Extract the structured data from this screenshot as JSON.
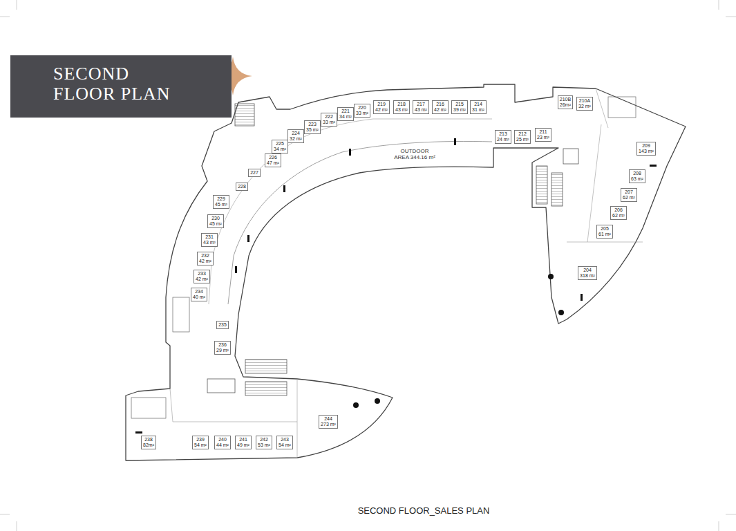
{
  "diagram": {
    "title": "SECOND FLOOR PLAN",
    "caption": "SECOND FLOOR_SALES PLAN",
    "nodes": [
      {
        "text": [
          "225",
          "34 m²"
        ]
      },
      {
        "text": [
          "224",
          "32 m²"
        ]
      },
      {
        "text": [
          "223",
          "35 m²"
        ]
      },
      {
        "text": [
          "222",
          "33 m²"
        ]
      },
      {
        "text": [
          "221",
          "34 m²"
        ]
      },
      {
        "text": [
          "220",
          "33 m²"
        ]
      },
      {
        "text": [
          "219",
          "42 m²"
        ]
      },
      {
        "text": [
          "218",
          "43 m²"
        ]
      },
      {
        "text": [
          "217",
          "43 m²"
        ]
      },
      {
        "text": [
          "216",
          "42 m²"
        ]
      },
      {
        "text": [
          "215",
          "39 m²"
        ]
      },
      {
        "text": [
          "214",
          "31 m²"
        ]
      },
      {
        "text": [
          "210B",
          "26m²"
        ]
      },
      {
        "text": [
          "210A",
          "32 m²"
        ]
      },
      {
        "text": [
          "213",
          "24 m²"
        ]
      },
      {
        "text": [
          "212",
          "25 m²"
        ]
      },
      {
        "text": [
          "211",
          "23 m²"
        ]
      },
      {
        "text": [
          "209",
          "143 m²"
        ]
      },
      {
        "text": [
          "208",
          "63 m²"
        ]
      },
      {
        "text": [
          "207",
          "62 m²"
        ]
      },
      {
        "text": [
          "206",
          "62 m²"
        ]
      },
      {
        "text": [
          "205",
          "61 m²"
        ]
      },
      {
        "text": [
          "204",
          "318 m²"
        ]
      },
      {
        "text": [
          "OUTDOOR AREA 344.16 m²"
        ]
      },
      {
        "text": [
          "226",
          "47 m²"
        ]
      },
      {
        "text": [
          "227"
        ]
      },
      {
        "text": [
          "228"
        ]
      },
      {
        "text": [
          "229",
          "45 m²"
        ]
      },
      {
        "text": [
          "230",
          "45 m²"
        ]
      },
      {
        "text": [
          "231",
          "43 m²"
        ]
      },
      {
        "text": [
          "232",
          "42 m²"
        ]
      },
      {
        "text": [
          "233",
          "42 m²"
        ]
      },
      {
        "text": [
          "234",
          "40 m²"
        ]
      },
      {
        "text": [
          "235"
        ]
      },
      {
        "text": [
          "236",
          "29 m²"
        ]
      },
      {
        "text": [
          "238",
          "82m²"
        ]
      },
      {
        "text": [
          "239",
          "54 m²"
        ]
      },
      {
        "text": [
          "240",
          "44 m²"
        ]
      },
      {
        "text": [
          "241",
          "49 m²"
        ]
      },
      {
        "text": [
          "242",
          "53 m²"
        ]
      },
      {
        "text": [
          "243",
          "54 m²"
        ]
      },
      {
        "text": [
          "244",
          "273 m²"
        ]
      }
    ]
  }
}
